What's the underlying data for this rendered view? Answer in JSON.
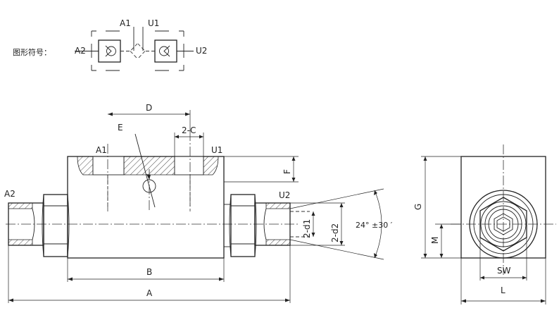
{
  "symbol": {
    "caption": "图形符号：",
    "port_a1": "A1",
    "port_u1": "U1",
    "port_a2": "A2",
    "port_u2": "U2"
  },
  "front_view": {
    "label_d": "D",
    "label_e": "E",
    "label_2c": "2-C",
    "label_a1": "A1",
    "label_u1": "U1",
    "label_f": "F",
    "label_a2": "A2",
    "label_u2": "U2",
    "label_2d1": "2-d1",
    "label_2d2": "2-d2",
    "label_angle": "24° ±30 ′",
    "label_b": "B",
    "label_a": "A"
  },
  "side_view": {
    "label_g": "G",
    "label_m": "M",
    "label_sw": "SW",
    "label_l": "L"
  }
}
